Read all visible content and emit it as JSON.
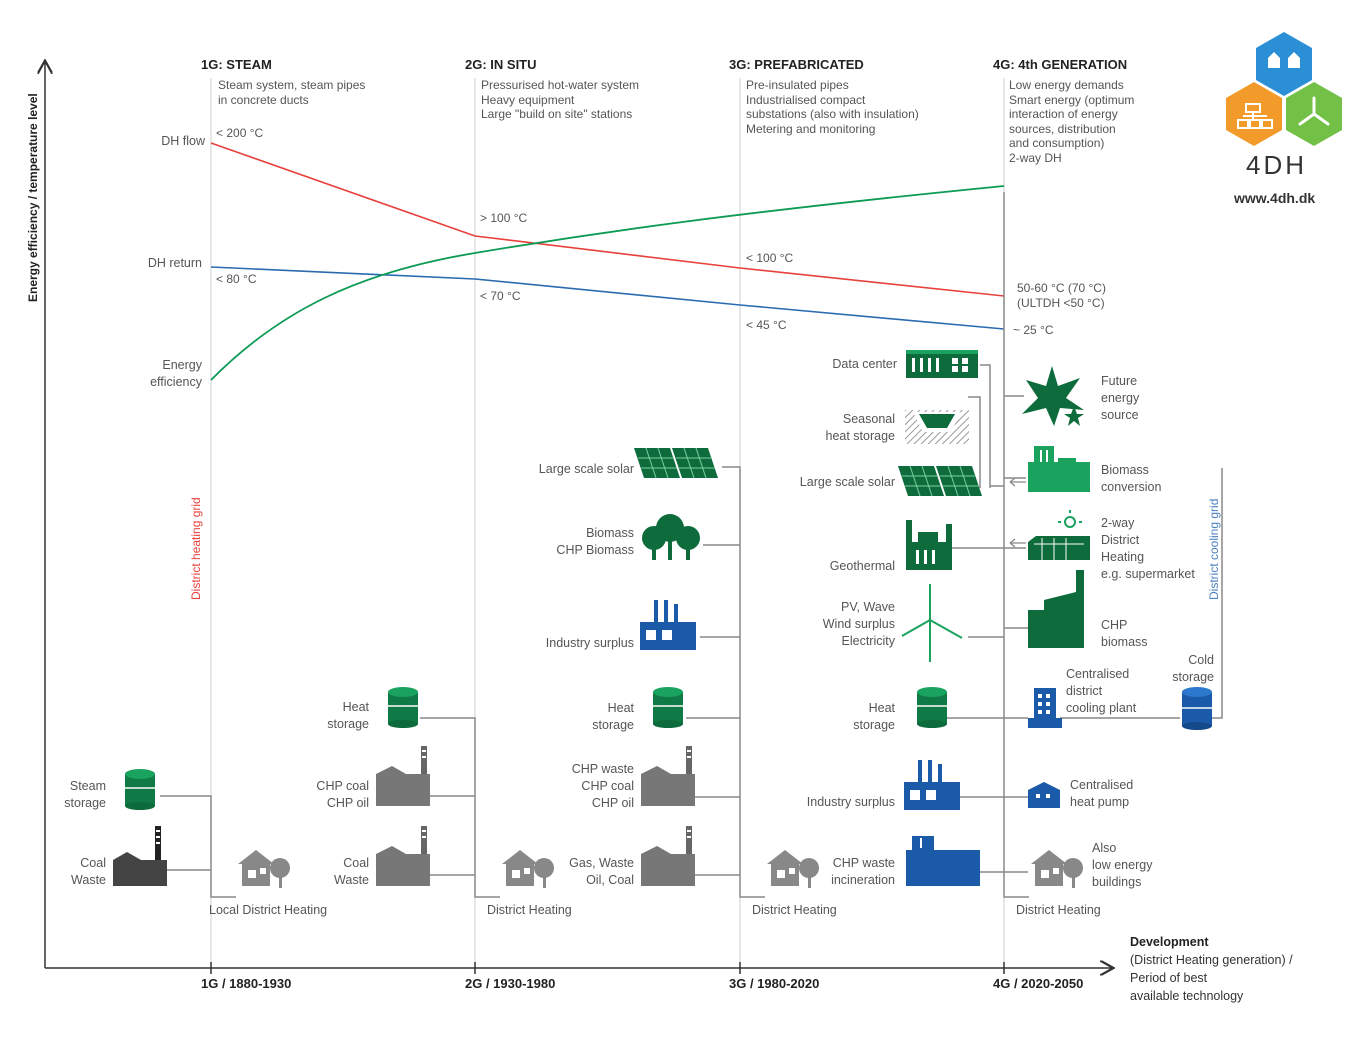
{
  "axes": {
    "y_label": "Energy efficiency / temperature level",
    "x_label_title": "Development",
    "x_label_rest": "(District Heating generation) /\nPeriod of best\navailable technology"
  },
  "generations": [
    {
      "title": "1G: STEAM",
      "desc": "Steam system, steam pipes\nin concrete ducts",
      "tick": "1G / 1880-1930"
    },
    {
      "title": "2G: IN SITU",
      "desc": "Pressurised hot-water system\nHeavy equipment\nLarge \"build on site\" stations",
      "tick": "2G / 1930-1980"
    },
    {
      "title": "3G: PREFABRICATED",
      "desc": "Pre-insulated pipes\nIndustrialised compact\nsubstations (also with insulation)\nMetering and monitoring",
      "tick": "3G / 1980-2020"
    },
    {
      "title": "4G: 4th GENERATION",
      "desc": "Low energy demands\nSmart energy (optimum\ninteraction of energy\nsources, distribution\nand consumption)\n2-way DH",
      "tick": "4G / 2020-2050"
    }
  ],
  "curves": {
    "dh_flow": "DH flow",
    "dh_return": "DH return",
    "energy_efficiency": "Energy\nefficiency",
    "flow_temps": [
      "< 200 °C",
      "> 100 °C",
      "< 100 °C",
      "50-60 °C (70 °C)\n(ULTDH <50 °C)"
    ],
    "return_temps": [
      "< 80 °C",
      "< 70 °C",
      "< 45 °C",
      "~ 25 °C"
    ],
    "colors": {
      "flow": "#e8413c",
      "return": "#2a6bb0",
      "efficiency": "#0c9a55"
    }
  },
  "grid_labels": {
    "heating": "District heating grid",
    "cooling": "District cooling grid",
    "heating_color": "#e8413c",
    "cooling_color": "#4a7fc1"
  },
  "components": {
    "g1": {
      "steam_storage": "Steam\nstorage",
      "coal_waste": "Coal\nWaste",
      "network": "Local District Heating"
    },
    "g2": {
      "heat_storage": "Heat\nstorage",
      "chp": "CHP coal\nCHP oil",
      "coal_waste": "Coal\nWaste",
      "network": "District Heating"
    },
    "g3": {
      "large_solar": "Large scale solar",
      "biomass": "Biomass\nCHP Biomass",
      "industry": "Industry surplus",
      "heat_storage": "Heat\nstorage",
      "chp": "CHP waste\nCHP coal\nCHP oil",
      "gas": "Gas, Waste\nOil, Coal",
      "network": "District Heating"
    },
    "g4_left": {
      "data_center": "Data center",
      "seasonal": "Seasonal\nheat storage",
      "large_solar": "Large scale solar",
      "geothermal": "Geothermal",
      "pv_wind": "PV, Wave\nWind surplus\nElectricity",
      "heat_storage": "Heat\nstorage",
      "industry": "Industry surplus",
      "chp_waste": "CHP waste\nincineration",
      "network": "District Heating"
    },
    "g4_right": {
      "future": "Future\nenergy\nsource",
      "biomass_conv": "Biomass\nconversion",
      "two_way": "2-way\nDistrict\nHeating\ne.g. supermarket",
      "chp_biomass": "CHP\nbiomass",
      "central_cooling": "Centralised\ndistrict\ncooling plant",
      "cold_storage": "Cold\nstorage",
      "heat_pump": "Centralised\nheat pump",
      "low_energy": "Also\nlow energy\nbuildings"
    }
  },
  "logo": {
    "name": "4DH",
    "url": "www.4dh.dk"
  },
  "icons": [
    "storage-tank-icon",
    "factory-icon",
    "house-trees-icon",
    "solar-panel-icon",
    "tree-icon",
    "industry-icon",
    "data-center-icon",
    "seasonal-storage-icon",
    "geothermal-icon",
    "wind-turbine-icon",
    "star-burst-icon",
    "building-icon",
    "heat-pump-icon",
    "supermarket-icon"
  ]
}
